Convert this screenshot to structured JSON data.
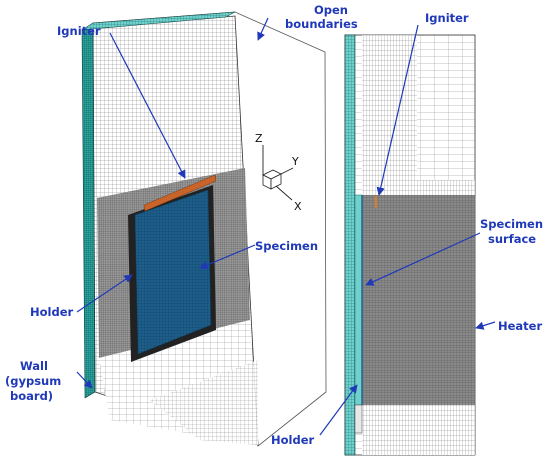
{
  "figure": {
    "labels": {
      "igniter_left": "Igniter",
      "open_boundaries_1": "Open",
      "open_boundaries_2": "boundaries",
      "specimen": "Specimen",
      "holder_left": "Holder",
      "wall_1": "Wall",
      "wall_2": "(gypsum",
      "wall_3": "board)",
      "igniter_right": "Igniter",
      "specimen_surface_1": "Specimen",
      "specimen_surface_2": "surface",
      "heater": "Heater",
      "holder_right": "Holder"
    },
    "axes": {
      "z": "Z",
      "y": "Y",
      "x": "X"
    },
    "colors": {
      "annotation": "#1f39b8",
      "mesh": "#555555",
      "wall": "#2aa5a0",
      "specimen": "#1d5f8a",
      "igniter": "#c8642a",
      "holder": "#222222"
    }
  }
}
